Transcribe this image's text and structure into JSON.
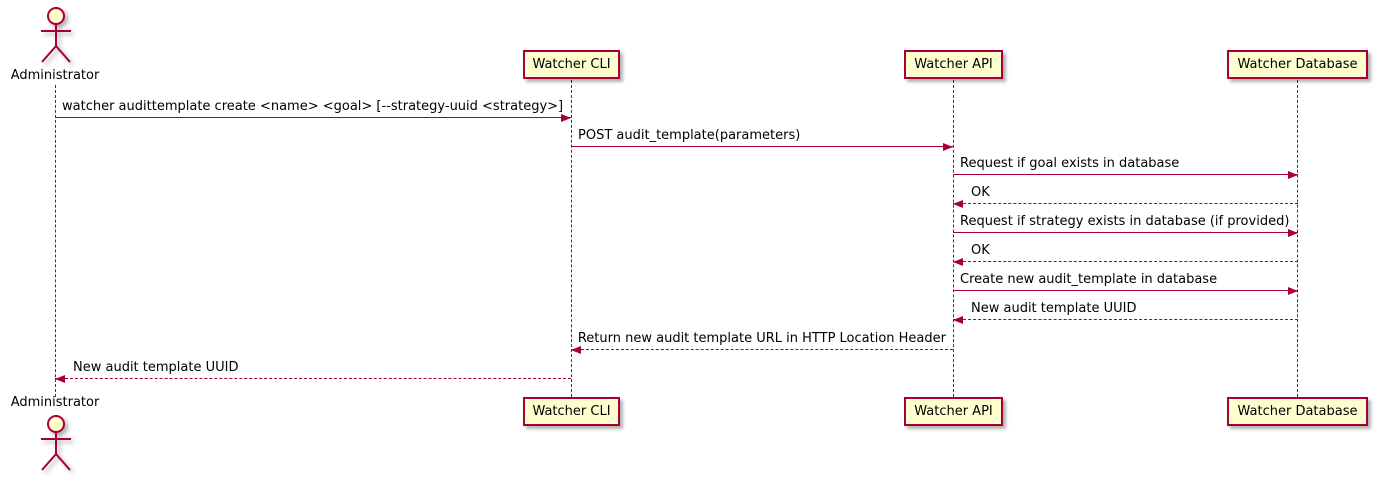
{
  "diagram": {
    "type": "sequence-diagram",
    "colors": {
      "accent": "#A80036",
      "participant_fill": "#FEFECE",
      "text": "#000000",
      "background": "#FFFFFF"
    },
    "actor": {
      "label": "Administrator"
    },
    "participants": [
      {
        "label": "Watcher CLI"
      },
      {
        "label": "Watcher API"
      },
      {
        "label": "Watcher Database"
      }
    ],
    "messages": [
      {
        "from": "Administrator",
        "to": "Watcher CLI",
        "style": "solid",
        "label": "watcher audittemplate create <name> <goal> [--strategy-uuid <strategy>]"
      },
      {
        "from": "Watcher CLI",
        "to": "Watcher API",
        "style": "solid",
        "label": "POST audit_template(parameters)"
      },
      {
        "from": "Watcher API",
        "to": "Watcher Database",
        "style": "solid",
        "label": "Request if goal exists in database"
      },
      {
        "from": "Watcher Database",
        "to": "Watcher API",
        "style": "dashed",
        "label": "OK"
      },
      {
        "from": "Watcher API",
        "to": "Watcher Database",
        "style": "solid",
        "label": "Request if strategy exists in database (if provided)"
      },
      {
        "from": "Watcher Database",
        "to": "Watcher API",
        "style": "dashed",
        "label": "OK"
      },
      {
        "from": "Watcher API",
        "to": "Watcher Database",
        "style": "solid",
        "label": "Create new audit_template in database"
      },
      {
        "from": "Watcher Database",
        "to": "Watcher API",
        "style": "dashed",
        "label": "New audit template UUID"
      },
      {
        "from": "Watcher API",
        "to": "Watcher CLI",
        "style": "dashed",
        "label": "Return new audit template URL in HTTP Location Header"
      },
      {
        "from": "Watcher CLI",
        "to": "Administrator",
        "style": "dashed",
        "label": "New audit template UUID"
      }
    ]
  }
}
